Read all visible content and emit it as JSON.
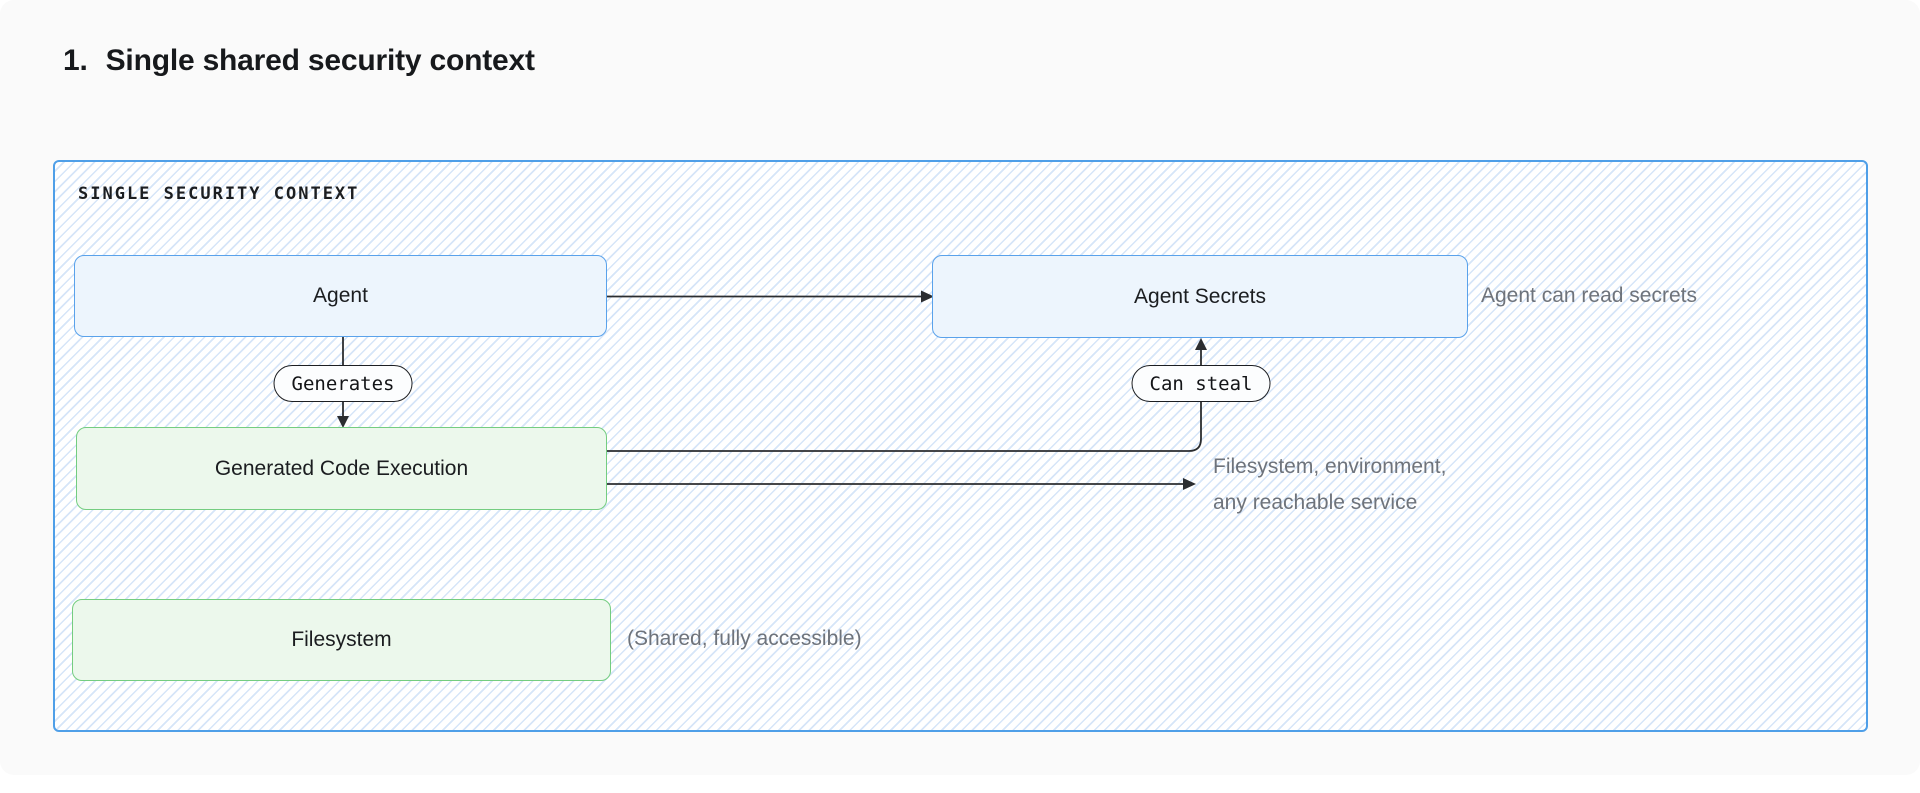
{
  "page": {
    "title_number": "1.",
    "title": "Single shared security context"
  },
  "diagram": {
    "frame_label": "SINGLE SECURITY CONTEXT",
    "nodes": {
      "agent": {
        "label": "Agent"
      },
      "agent_secrets": {
        "label": "Agent Secrets"
      },
      "generated_code_execution": {
        "label": "Generated Code Execution"
      },
      "filesystem": {
        "label": "Filesystem"
      }
    },
    "edges": {
      "generates": {
        "label": "Generates"
      },
      "can_steal": {
        "label": "Can steal"
      }
    },
    "annotations": {
      "agent_can_read": "Agent can read secrets",
      "reachable_line1": "Filesystem, environment,",
      "reachable_line2": "any reachable service",
      "shared_note": "(Shared, fully accessible)"
    },
    "colors": {
      "frame_border": "#4f9fe8",
      "hatch": "#d6e5f8",
      "blue_node_bg": "#edf5fd",
      "blue_node_border": "#5aa2eb",
      "green_node_bg": "#ecf8ec",
      "green_node_border": "#74cd80",
      "arrow": "#2b2d30",
      "annotation_text": "#6e737b"
    }
  }
}
